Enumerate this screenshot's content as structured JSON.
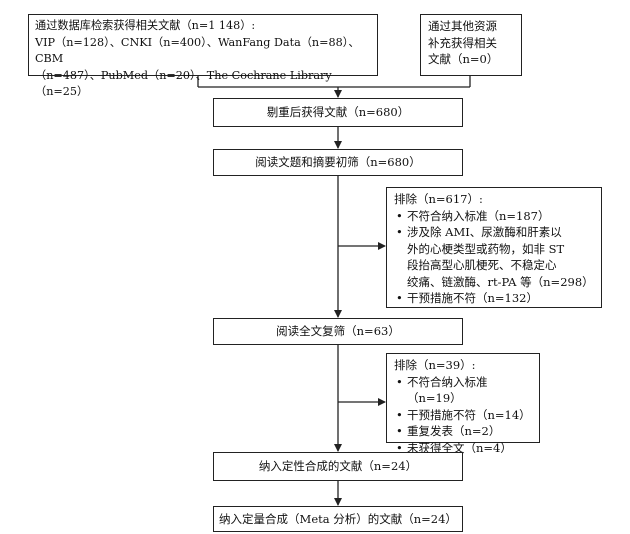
{
  "boxes": {
    "search_db": "通过数据库检索获得相关文献（n=1 148）:\nVIP（n=128）、CNKI（n=400）、WanFang Data（n=88）、CBM\n（n=487）、PubMed（n=20）、The Cochrane Library（n=25）",
    "other_sources": "通过其他资源\n补充获得相关\n文献（n=0）",
    "dedup": "剔重后获得文献（n=680）",
    "title_abstract": "阅读文题和摘要初筛（n=680）",
    "full_text": "阅读全文复筛（n=63）",
    "qualitative": "纳入定性合成的文献（n=24）",
    "quantitative": "纳入定量合成（Meta 分析）的文献（n=24）"
  },
  "exclusion1": {
    "heading": "排除（n=617）:",
    "items": [
      "不符合纳入标准（n=187）",
      "涉及除 AMI、尿激酶和肝素以\n外的心梗类型或药物，如非 ST\n段抬高型心肌梗死、不稳定心\n绞痛、链激酶、rt-PA 等（n=298）",
      "干预措施不符（n=132）"
    ]
  },
  "exclusion2": {
    "heading": "排除（n=39）:",
    "items": [
      "不符合纳入标准（n=19）",
      "干预措施不符（n=14）",
      "重复发表（n=2）",
      "未获得全文（n=4）"
    ]
  }
}
